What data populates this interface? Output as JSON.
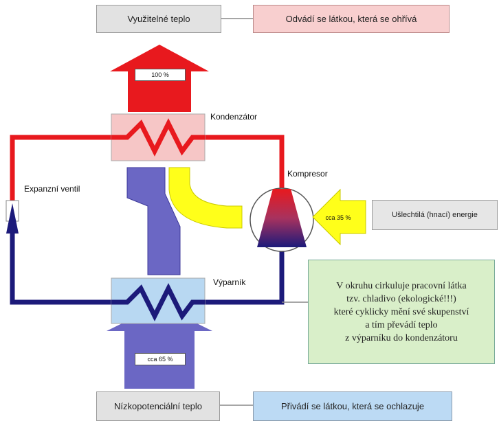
{
  "labels": {
    "useful_heat": "Využitelné teplo",
    "removed_by": "Odvádí se látkou, která se ohřívá",
    "pct_top": "100 %",
    "condenser": "Kondenzátor",
    "expansion_valve": "Expanzní ventil",
    "compressor": "Kompresor",
    "pct_drive": "cca 35 %",
    "noble_energy": "Ušlechtilá (hnací) energie",
    "evaporator": "Výparník",
    "pct_bottom": "cca 65 %",
    "low_potential_heat": "Nízkopotenciální teplo",
    "supplied_by": "Přivádí se látkou, která se ochlazuje"
  },
  "note": {
    "line1": "V okruhu cirkuluje pracovní látka",
    "line2": "tzv. chladivo (ekologické!!!)",
    "line3": "které cyklicky mění své skupenství",
    "line4": "a tím převádí teplo",
    "line5": "z výparníku do kondenzátoru"
  },
  "colors": {
    "hot_line": "#e8191e",
    "cold_line": "#1c1a7a",
    "condenser_box": "#f6c6c6",
    "evaporator_box": "#b8d8f2",
    "useful_box": "#e2e2e2",
    "removed_box": "#f8cfcf",
    "supplied_box": "#bcdaf4",
    "note_box": "#d9efc9",
    "drive_arrow": "#ffff1a",
    "flow_band": "#6b67c4"
  }
}
